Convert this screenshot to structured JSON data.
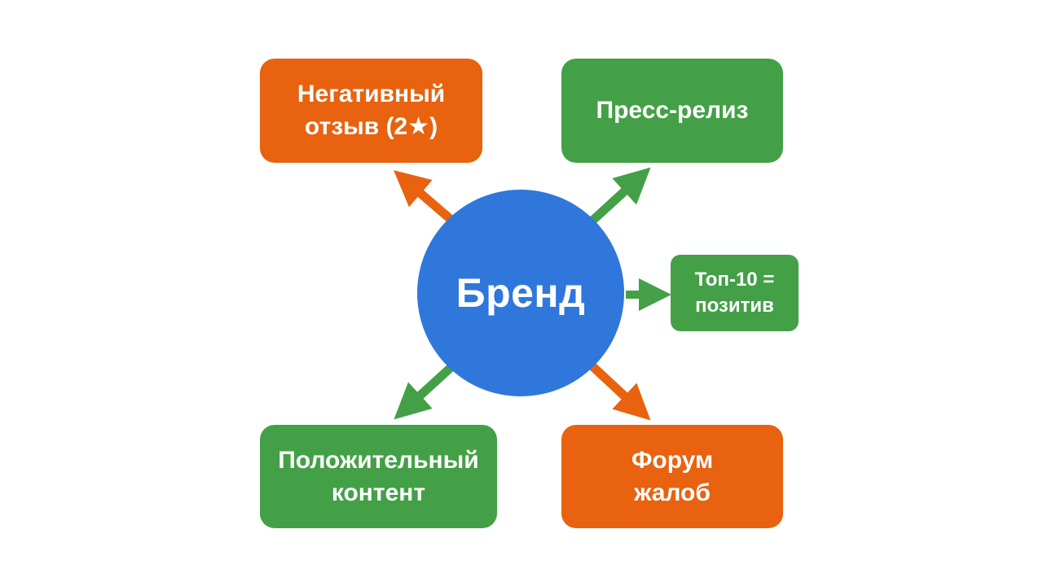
{
  "colors": {
    "hub": "#2f77db",
    "positive": "#43a047",
    "negative": "#e8620f",
    "text": "#ffffff"
  },
  "hub": {
    "label": "Бренд"
  },
  "nodes": {
    "negative_review": {
      "label": "Негативный\nотзыв (2★)",
      "sentiment": "negative"
    },
    "press_release": {
      "label": "Пресс-релиз",
      "sentiment": "positive"
    },
    "top10": {
      "label": "Топ-10 =\nпозитив",
      "sentiment": "positive"
    },
    "positive_content": {
      "label": "Положительный\nконтент",
      "sentiment": "positive"
    },
    "complaint_forum": {
      "label": "Форум\nжалоб",
      "sentiment": "negative"
    }
  }
}
